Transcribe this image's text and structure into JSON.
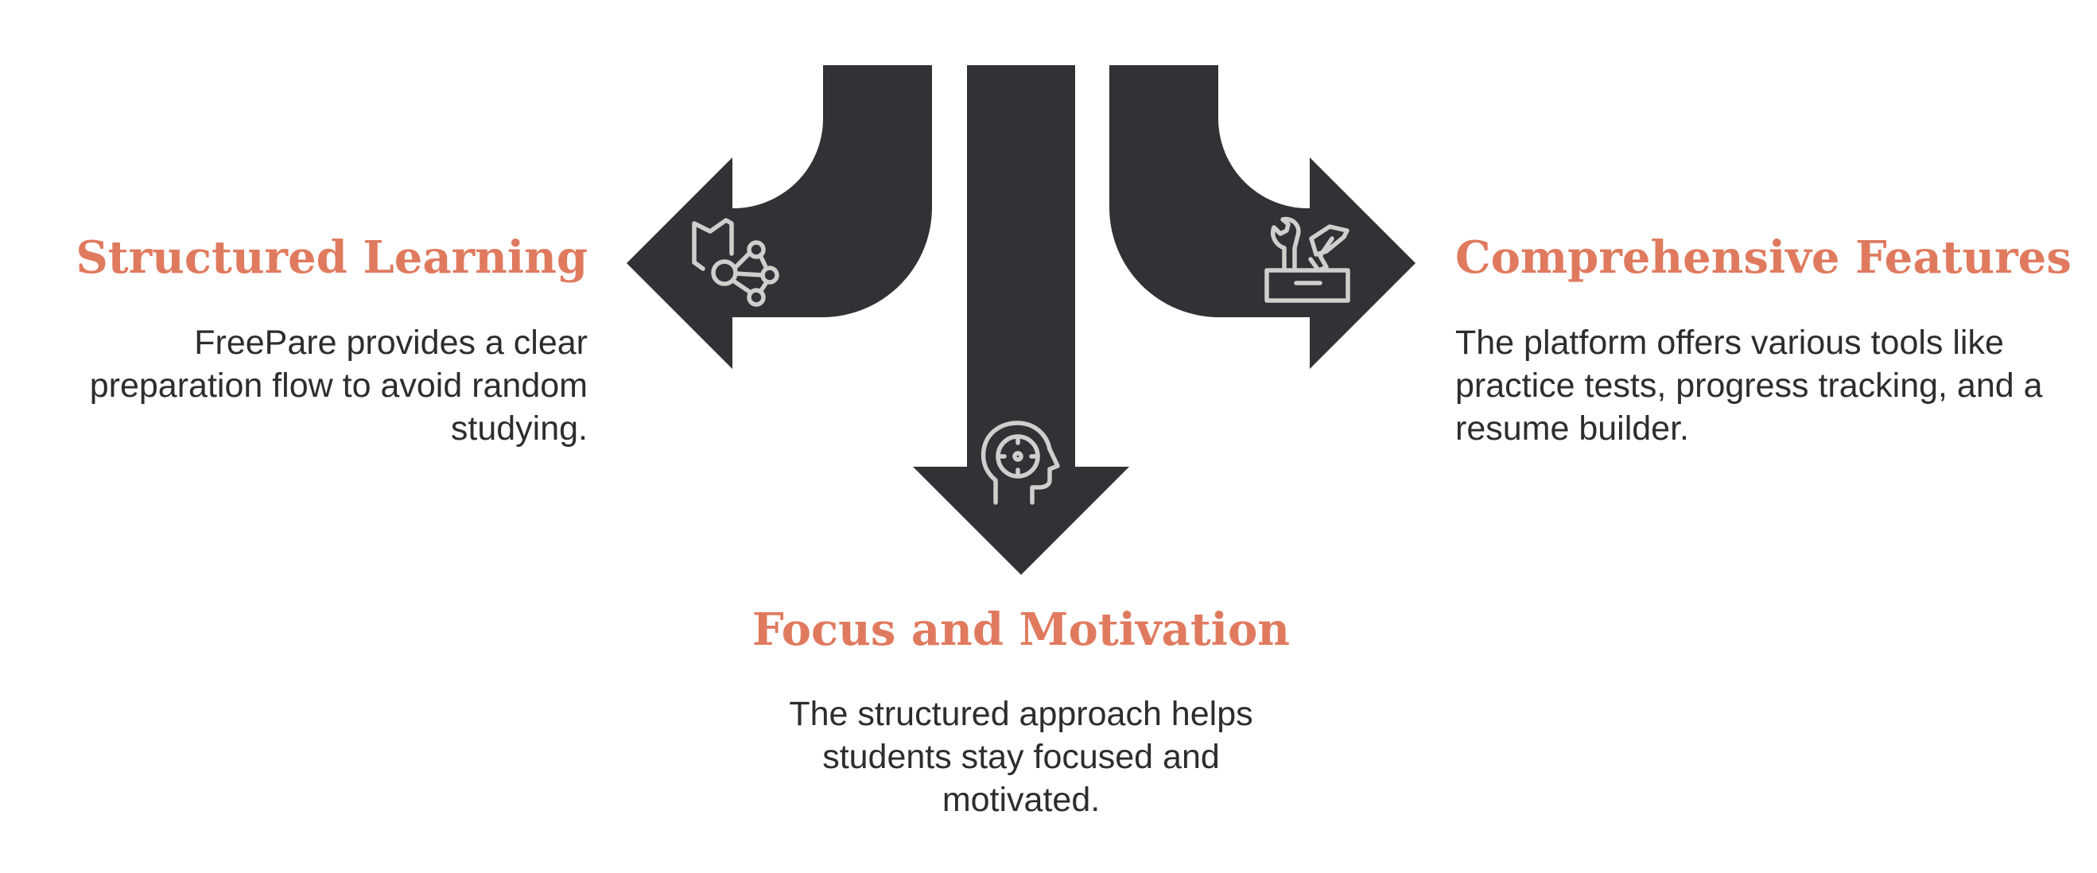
{
  "colors": {
    "arrow": "#323135",
    "accent": "#E07A5F",
    "text": "#2D2D2D",
    "icon": "#CFCFCF",
    "background": "#FFFFFF"
  },
  "branches": {
    "left": {
      "title": "Structured Learning",
      "description": "FreePare provides a clear preparation flow to avoid random studying.",
      "icon": "learning-network-icon"
    },
    "center": {
      "title": "Focus and Motivation",
      "description": "The structured approach helps students stay focused and motivated.",
      "icon": "head-target-icon"
    },
    "right": {
      "title": "Comprehensive Features",
      "description": "The platform offers various tools like practice tests, progress tracking, and a resume builder.",
      "icon": "toolbox-icon"
    }
  }
}
